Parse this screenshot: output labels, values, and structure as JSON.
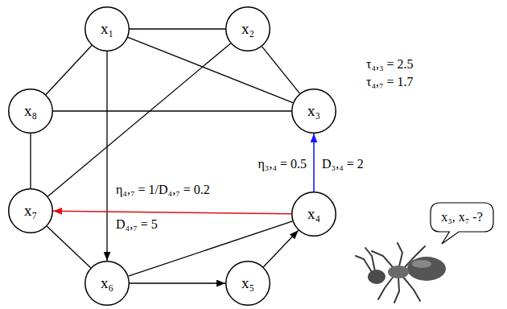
{
  "diagram": {
    "nodes": [
      {
        "text": [
          "x₁"
        ]
      },
      {
        "text": [
          "x₂"
        ]
      },
      {
        "text": [
          "x₃"
        ]
      },
      {
        "text": [
          "x₄"
        ]
      },
      {
        "text": [
          "x₅"
        ]
      },
      {
        "text": [
          "x₆"
        ]
      },
      {
        "text": [
          "x₇"
        ]
      },
      {
        "text": [
          "x₈"
        ]
      },
      {
        "text": [
          "x₃, x₇ -?"
        ]
      }
    ],
    "edges": [
      {
        "from": 0,
        "to": 1,
        "arrow": "none"
      },
      {
        "from": 0,
        "to": 7,
        "arrow": "none"
      },
      {
        "from": 0,
        "to": 2,
        "arrow": "none"
      },
      {
        "from": 0,
        "to": 5,
        "arrow": "to"
      },
      {
        "from": 1,
        "to": 2,
        "arrow": "none"
      },
      {
        "from": 1,
        "to": 6,
        "arrow": "none"
      },
      {
        "from": 7,
        "to": 2,
        "arrow": "none"
      },
      {
        "from": 7,
        "to": 6,
        "arrow": "none"
      },
      {
        "from": 6,
        "to": 5,
        "arrow": "none"
      },
      {
        "from": 5,
        "to": 3,
        "arrow": "none"
      },
      {
        "from": 5,
        "to": 4,
        "arrow": "to"
      },
      {
        "from": 4,
        "to": 3,
        "arrow": "to"
      },
      {
        "from": 3,
        "to": 2,
        "arrow": "to"
      },
      {
        "from": 3,
        "to": 6,
        "arrow": "to"
      }
    ],
    "labels": [
      "τ₄,₃ = 2.5",
      "τ₄,₇ = 1.7",
      "η₃,₄ = 0.5",
      "D₃,₄ = 2",
      "η₄,₇ = 1/D₄,₇ = 0.2",
      "D₄,₇ = 5"
    ]
  }
}
